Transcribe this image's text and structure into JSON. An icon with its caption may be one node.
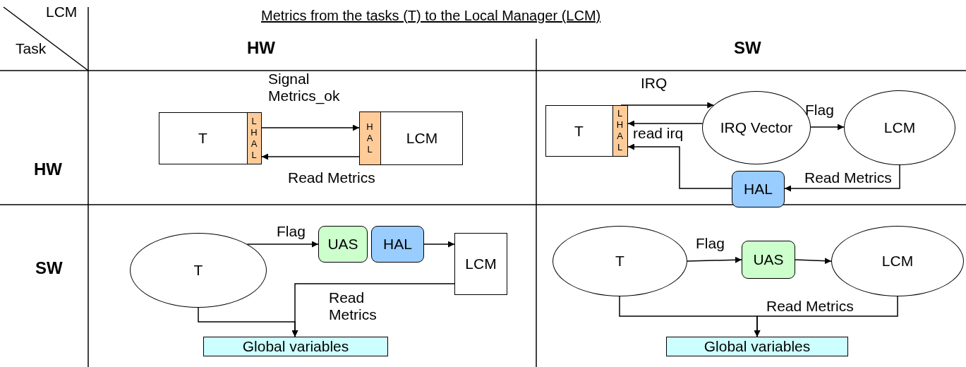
{
  "diagram": {
    "title": "Metrics from the tasks (T) to the Local Manager (LCM)",
    "nodes": [
      {
        "text": [
          "T"
        ]
      },
      {
        "text": [
          "L H A L"
        ],
        "in": 0
      },
      {
        "text": [
          "LCM"
        ]
      },
      {
        "text": [
          "H A L"
        ],
        "in": 2
      },
      {
        "text": [
          "T"
        ]
      },
      {
        "text": [
          "L H A L"
        ],
        "in": 4
      },
      {
        "text": [
          "IRQ Vector"
        ]
      },
      {
        "text": [
          "LCM"
        ]
      },
      {
        "text": [
          "HAL"
        ]
      },
      {
        "text": [
          "T"
        ]
      },
      {
        "text": [
          "UAS"
        ]
      },
      {
        "text": [
          "HAL"
        ]
      },
      {
        "text": [
          "LCM"
        ]
      },
      {
        "text": [
          "Global variables"
        ]
      },
      {
        "text": [
          "T"
        ]
      },
      {
        "text": [
          "UAS"
        ]
      },
      {
        "text": [
          "LCM"
        ]
      },
      {
        "text": [
          "Global variables"
        ]
      }
    ],
    "edges": [
      {
        "from": 1,
        "to": 3,
        "arrow": "to",
        "label": "Signal Metrics_ok"
      },
      {
        "from": 3,
        "to": 1,
        "arrow": "to",
        "label": "Read Metrics"
      },
      {
        "from": 5,
        "to": 6,
        "arrow": "to",
        "label": "IRQ"
      },
      {
        "from": 6,
        "to": 5,
        "arrow": "to",
        "label": "read irq"
      },
      {
        "from": 6,
        "to": 7,
        "arrow": "to",
        "label": "Flag"
      },
      {
        "from": 7,
        "to": 8,
        "arrow": "to",
        "label": "Read Metrics"
      },
      {
        "from": 8,
        "to": 5,
        "arrow": "to"
      },
      {
        "from": 9,
        "to": 10,
        "arrow": "to",
        "label": "Flag"
      },
      {
        "from": 11,
        "to": 12,
        "arrow": "to"
      },
      {
        "from": 12,
        "to": 13,
        "arrow": "to",
        "label": "Read Metrics"
      },
      {
        "from": 9,
        "to": 13,
        "arrow": "to"
      },
      {
        "from": 14,
        "to": 15,
        "arrow": "to",
        "label": "Flag"
      },
      {
        "from": 15,
        "to": 16,
        "arrow": "to"
      },
      {
        "from": 14,
        "to": 17,
        "arrow": "to"
      },
      {
        "from": 16,
        "to": 17,
        "arrow": "to",
        "label": "Read Metrics"
      }
    ],
    "labels": [
      "LCM",
      "Task",
      "HW",
      "SW",
      "HW",
      "SW"
    ]
  }
}
